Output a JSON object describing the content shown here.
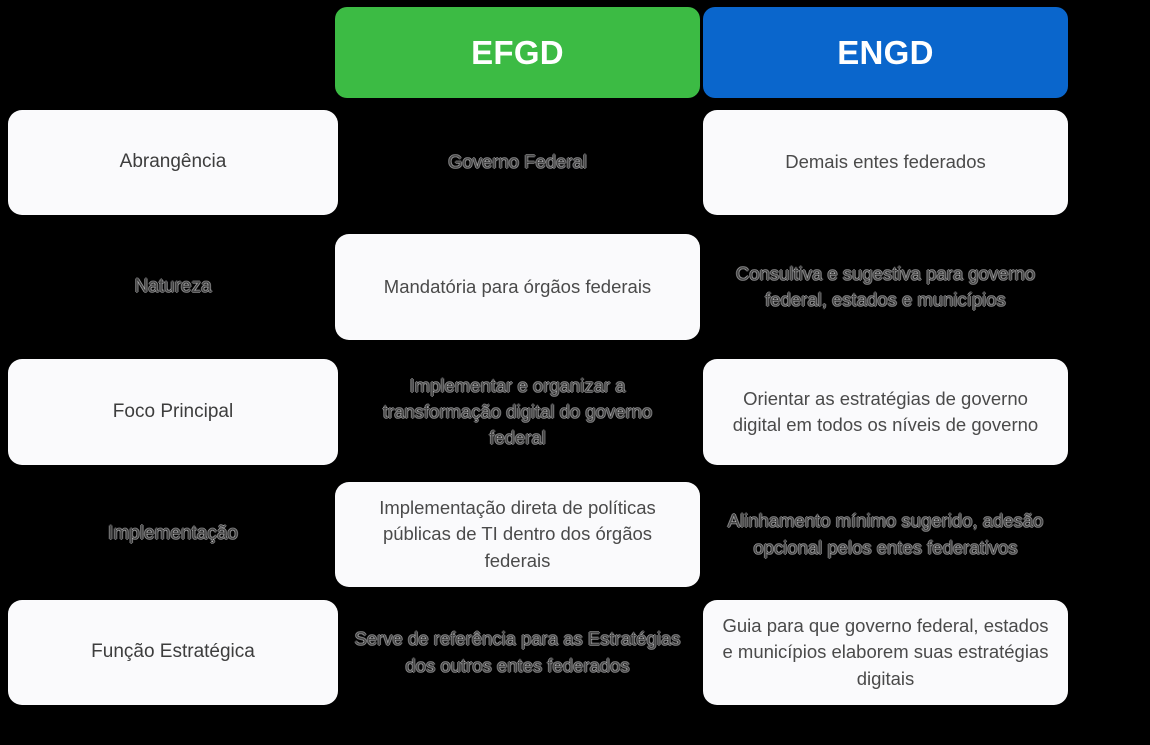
{
  "colors": {
    "background": "#000000",
    "card": "#fafafc",
    "card_text": "#4a4a4a",
    "label_text": "#3d3d3d",
    "efgd_accent": "#3cbb44",
    "engd_accent": "#0a66cc",
    "header_text": "#ffffff"
  },
  "header": {
    "label_column": "",
    "efgd": "EFGD",
    "engd": "ENGD"
  },
  "rows": [
    {
      "label": "Abrangência",
      "efgd": "Governo Federal",
      "engd": "Demais entes federados"
    },
    {
      "label": "Natureza",
      "efgd": "Mandatória para órgãos federais",
      "engd": "Consultiva e sugestiva para governo federal, estados e municípios"
    },
    {
      "label": "Foco Principal",
      "efgd": "Implementar e organizar a transformação digital do governo federal",
      "engd": "Orientar as estratégias de governo digital em todos os níveis de governo"
    },
    {
      "label": "Implementação",
      "efgd": "Implementação direta de políticas públicas de TI dentro dos órgãos federais",
      "engd": "Alinhamento mínimo sugerido, adesão opcional pelos entes federativos"
    },
    {
      "label": "Função Estratégica",
      "efgd": "Serve de referência para as Estratégias dos outros entes federados",
      "engd": "Guia para que governo federal, estados e municípios elaborem suas estratégias digitais"
    }
  ]
}
